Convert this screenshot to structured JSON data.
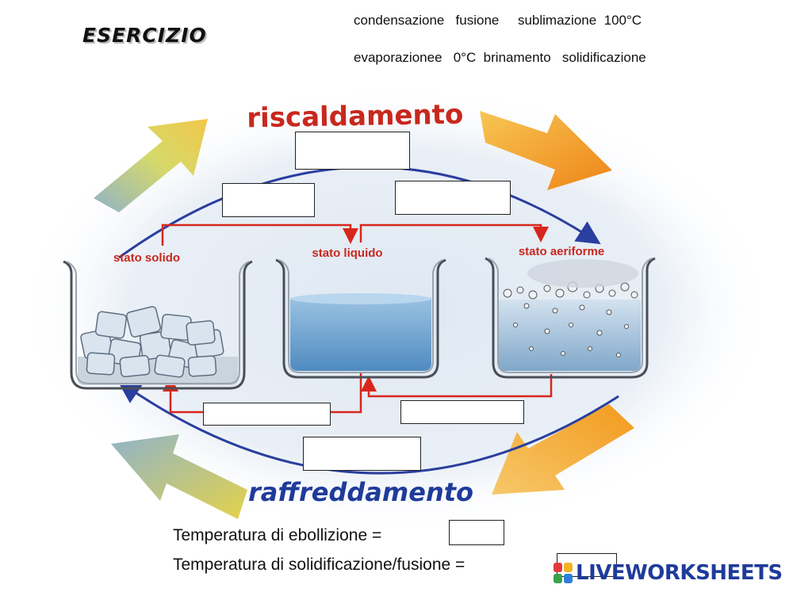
{
  "title": "ESERCIZIO",
  "word_bank": {
    "row1": "condensazione   fusione     sublimazione  100°C",
    "row2": "evaporazionee   0°C  brinamento   solidificazione"
  },
  "diagram": {
    "top_label": "riscaldamento",
    "bottom_label": "raffreddamento",
    "states": {
      "solid": "stato solido",
      "liquid": "stato liquido",
      "gas": "stato aeriforme"
    }
  },
  "questions": {
    "boiling": "Temperatura di ebollizione =",
    "melting": "Temperatura di solidificazione/fusione ="
  },
  "logo": "LIVEWORKSHEETS",
  "colors": {
    "arrow_blue": "#2a3f9f",
    "arrow_red": "#d8261c",
    "label_red": "#c8281e",
    "water": "#6fa6d2",
    "logo_blue": "#1f3b9a"
  }
}
